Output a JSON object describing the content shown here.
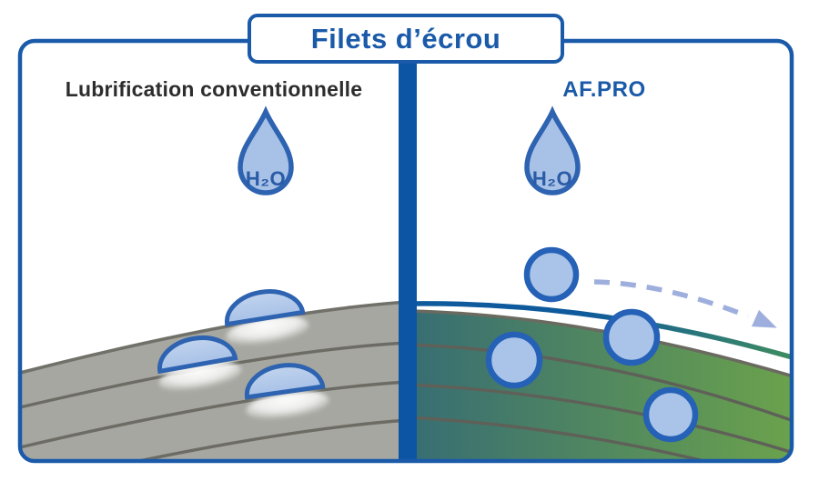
{
  "header": {
    "title": "Filets d’écrou"
  },
  "panels": {
    "left": {
      "label": "Lubrification conventionnelle",
      "drop_label": "H₂O"
    },
    "right": {
      "label": "AF.PRO",
      "drop_label": "H₂O"
    }
  },
  "icons": {
    "left_drop": "water-drop",
    "right_drop": "water-drop",
    "flow": "dashed-arrow-right"
  },
  "colors": {
    "accent_blue": "#1a5aa9",
    "divider_blue": "#0c55a5",
    "surface_gray": "#a7a7a1",
    "surface_edge_gray": "#71716a",
    "thread_line_gray": "#6c6c65",
    "surface_teal": "#376d73",
    "surface_green": "#6ba24c",
    "right_edge_gray": "#6a6a60",
    "right_thread_line": "#5f6058",
    "coating_blue": "#0e5a9c",
    "coating_green": "#3f8d5f",
    "drop_fill": "#a8c1e7",
    "drop_fill_light": "#c1d4ee",
    "drop_stroke": "#2d63b0",
    "bead_fill": "#a9c4e8",
    "bead_stroke": "#2561b6",
    "arrow_lavender": "#9fafdd",
    "left_label_color": "#2d2d2d",
    "h2o_color": "#2a5ba6"
  }
}
